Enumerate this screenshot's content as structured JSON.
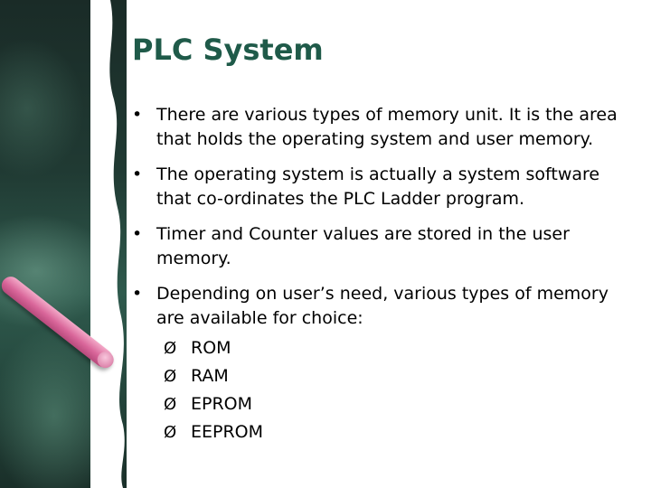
{
  "slide": {
    "title": "PLC System",
    "bullet_symbol": "•",
    "sub_bullet_symbol": "Ø",
    "bullets": [
      "There are various types of memory unit. It is the area that holds the operating system and user memory.",
      "The operating system is actually a system software that co-ordinates the PLC Ladder program.",
      "Timer and Counter values are stored in the user memory.",
      "Depending on user’s need, various types of memory are available for choice:"
    ],
    "memory_types": [
      "ROM",
      "RAM",
      "EPROM",
      "EEPROM"
    ]
  },
  "colors": {
    "title": "#1f5a49",
    "chalkboard": "#2f5a4d",
    "chalk": "#d9669a"
  }
}
